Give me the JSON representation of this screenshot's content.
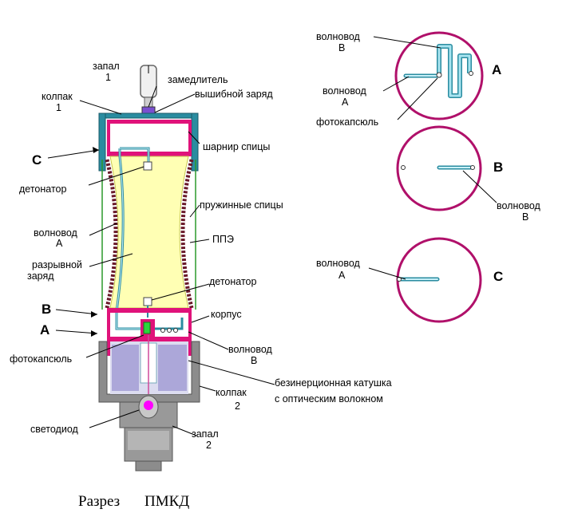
{
  "labels": {
    "zapal1": "запал",
    "zapal1_num": "1",
    "zamedlitel": "замедлитель",
    "kolpak1": "колпак",
    "kolpak1_num": "1",
    "vyshibnoy": "вышибной заряд",
    "sharnir": "шарнир спицы",
    "c_marker": "C",
    "detonator_top": "детонатор",
    "pruzhinnye": "пружинные спицы",
    "volnovod_a_left": "волновод",
    "volnovod_a_left_sub": "А",
    "ppe": "ППЭ",
    "razryvnoy": "разрывной",
    "razryvnoy_2": "заряд",
    "detonator_bottom": "детонатор",
    "b_marker": "B",
    "korpus": "корпус",
    "a_marker": "A",
    "volnovod_v_center": "волновод",
    "volnovod_v_center_sub": "В",
    "fotokapsyul_left": "фотокапсюль",
    "katushka_1": "безинерционная катушка",
    "katushka_2": "с оптическим волокном",
    "kolpak2": "колпак",
    "kolpak2_num": "2",
    "svetodiod": "светодиод",
    "zapal2": "запал",
    "zapal2_num": "2"
  },
  "sections": {
    "A": {
      "letter": "A",
      "volnovod_v": "волновод",
      "volnovod_v_sub": "В",
      "volnovod_a": "волновод",
      "volnovod_a_sub": "А",
      "fotokapsyul": "фотокапсюль"
    },
    "B": {
      "letter": "B",
      "volnovod": "волновод",
      "volnovod_sub": "В"
    },
    "C": {
      "letter": "C",
      "volnovod": "волновод",
      "volnovod_sub": "А"
    }
  },
  "caption": {
    "word": "Разрез",
    "abbr": "ПМКД"
  },
  "colors": {
    "magenta": "#e0127a",
    "charge": "#ffffb4",
    "housing_gray": "#8c8c8c",
    "lower_gray": "#999999",
    "teal": "#2a8ca0",
    "wave_tube": "#a8e4f0",
    "led": "#ff00ff",
    "coil": "#9c96d2"
  }
}
